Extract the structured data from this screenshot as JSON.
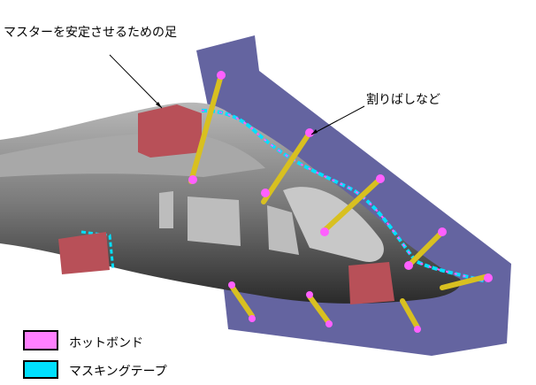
{
  "annotations": {
    "stand_label": "マスターを安定させるための足",
    "sticks_label": "割りばしなど"
  },
  "legend": [
    {
      "label": "ホットボンド",
      "color": "#ff80ff"
    },
    {
      "label": "マスキングテープ",
      "color": "#00e0ff"
    }
  ],
  "colors": {
    "panel": "#6464a0",
    "body": "#808080",
    "block": "#b85058",
    "stick": "#d8c020"
  }
}
